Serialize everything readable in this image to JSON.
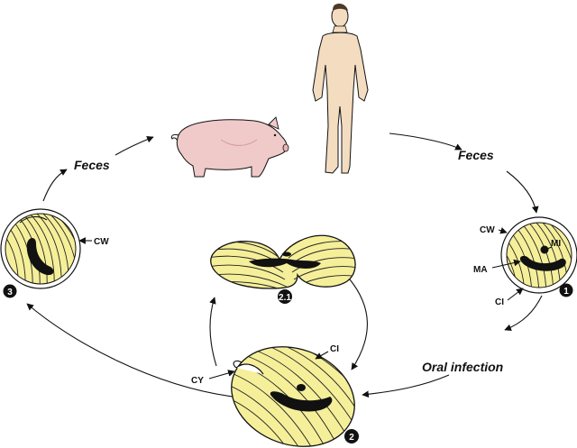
{
  "labels": {
    "feces_left": "Feces",
    "feces_right": "Feces",
    "oral_infection": "Oral infection",
    "cw_left": "CW",
    "cw_right": "CW",
    "ma": "MA",
    "mi": "MI",
    "ci_right": "CI",
    "ci_bottom": "CI",
    "cy": "CY"
  },
  "stages": {
    "one": "1",
    "two": "2",
    "two_one": "2.1",
    "three": "3"
  },
  "colors": {
    "cyst_fill": "#f5ef9a",
    "pig_fill": "#f0c9c9",
    "human_fill": "#f3dcc0",
    "ink": "#111111"
  }
}
